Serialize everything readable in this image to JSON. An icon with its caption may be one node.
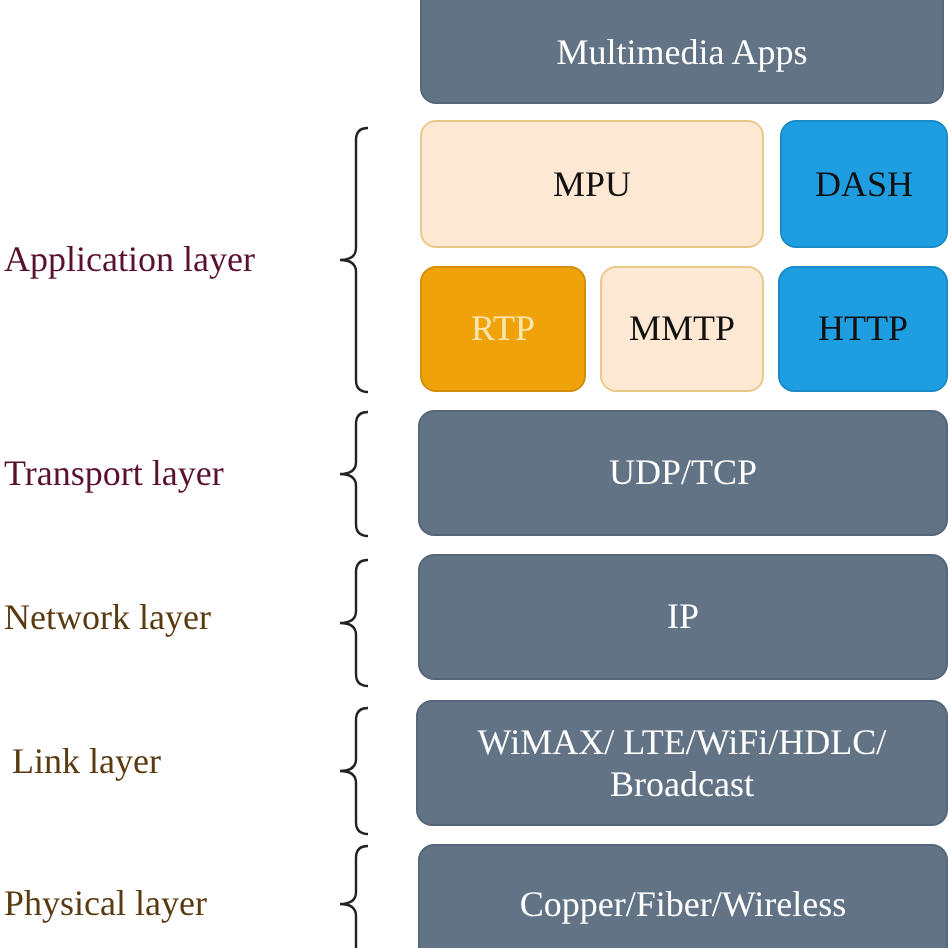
{
  "diagram": {
    "nodes": [
      {
        "text": [
          "Multimedia Apps"
        ]
      },
      {
        "text": [
          "MPU"
        ]
      },
      {
        "text": [
          "DASH"
        ]
      },
      {
        "text": [
          "RTP"
        ]
      },
      {
        "text": [
          "MMTP"
        ]
      },
      {
        "text": [
          "HTTP"
        ]
      },
      {
        "text": [
          "UDP/TCP"
        ]
      },
      {
        "text": [
          "IP"
        ]
      },
      {
        "text": [
          "WiMAX/ LTE/WiFi/HDLC/ Broadcast"
        ]
      },
      {
        "text": [
          "Copper/Fiber/Wireless"
        ]
      }
    ],
    "labels": [
      "Application layer",
      "Transport layer",
      "Network layer",
      "Link layer",
      "Physical layer"
    ]
  }
}
